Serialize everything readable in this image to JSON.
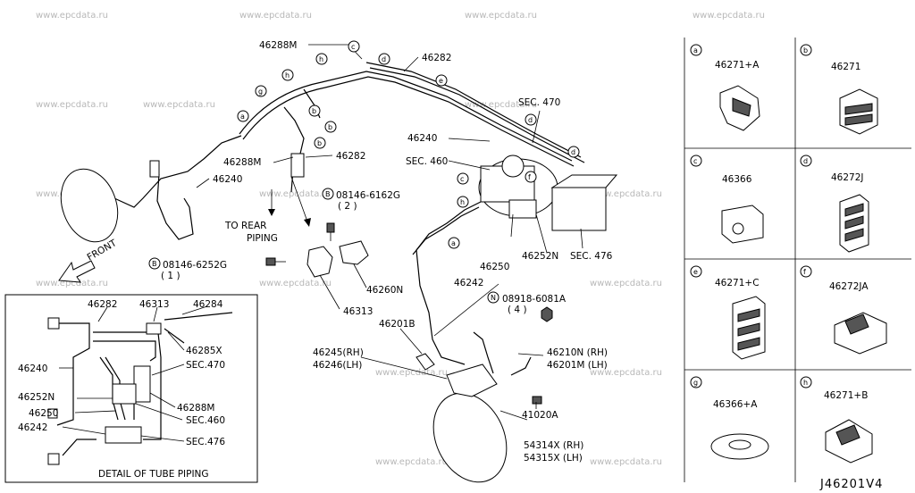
{
  "watermark": "www.epcdata.ru",
  "diagram_code": "J46201V4",
  "labels": {
    "p46288M_top": "46288M",
    "p46282_top": "46282",
    "sec470": "SEC. 470",
    "p46240_mid": "46240",
    "sec460": "SEC. 460",
    "p46288M_mid": "46288M",
    "p46282_mid": "46282",
    "p46240_left": "46240",
    "bolt_b1": "08146-6162G",
    "bolt_b1_qty": "( 2 )",
    "to_rear_1": "TO REAR",
    "to_rear_2": "PIPING",
    "front": "FRONT",
    "bolt_b2": "08146-6252G",
    "bolt_b2_qty": "( 1 )",
    "p46250": "46250",
    "p46252N": "46252N",
    "sec476": "SEC. 476",
    "p46260N": "46260N",
    "p46242": "46242",
    "nut_n": "08918-6081A",
    "nut_n_qty": "( 4 )",
    "p46313": "46313",
    "p46201B": "46201B",
    "p46245": "46245(RH)",
    "p46246": "46246(LH)",
    "p46210N": "46210N (RH)",
    "p46201M": "46201M (LH)",
    "p41020A": "41020A",
    "p54314X": "54314X (RH)",
    "p54315X": "54315X (LH)"
  },
  "detail": {
    "title": "DETAIL OF TUBE PIPING",
    "l46282": "46282",
    "l46313": "46313",
    "l46284": "46284",
    "l46285X": "46285X",
    "lsec470": "SEC.470",
    "l46240": "46240",
    "l46252N": "46252N",
    "l46288M": "46288M",
    "l46250": "46250",
    "lsec460": "SEC.460",
    "l46242": "46242",
    "lsec476": "SEC.476"
  },
  "callouts": {
    "a": "a",
    "b": "b",
    "c": "c",
    "d": "d",
    "e": "e",
    "f": "f",
    "g": "g",
    "h": "h",
    "B": "B",
    "N": "N"
  },
  "parts_grid": [
    {
      "letter": "a",
      "part": "46271+A"
    },
    {
      "letter": "b",
      "part": "46271"
    },
    {
      "letter": "c",
      "part": "46366"
    },
    {
      "letter": "d",
      "part": "46272J"
    },
    {
      "letter": "e",
      "part": "46271+C"
    },
    {
      "letter": "f",
      "part": "46272JA"
    },
    {
      "letter": "g",
      "part": "46366+A"
    },
    {
      "letter": "h",
      "part": "46271+B"
    }
  ]
}
